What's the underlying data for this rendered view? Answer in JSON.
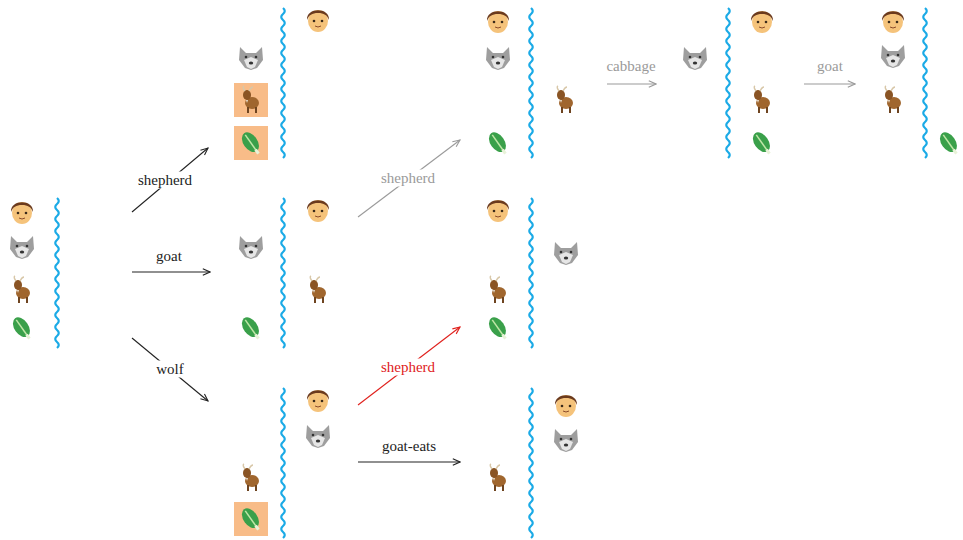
{
  "diagram": {
    "labels": [
      "shepherd",
      "goat",
      "wolf",
      "shepherd",
      "shepherd",
      "goat-eats",
      "cabbage",
      "goat"
    ]
  }
}
